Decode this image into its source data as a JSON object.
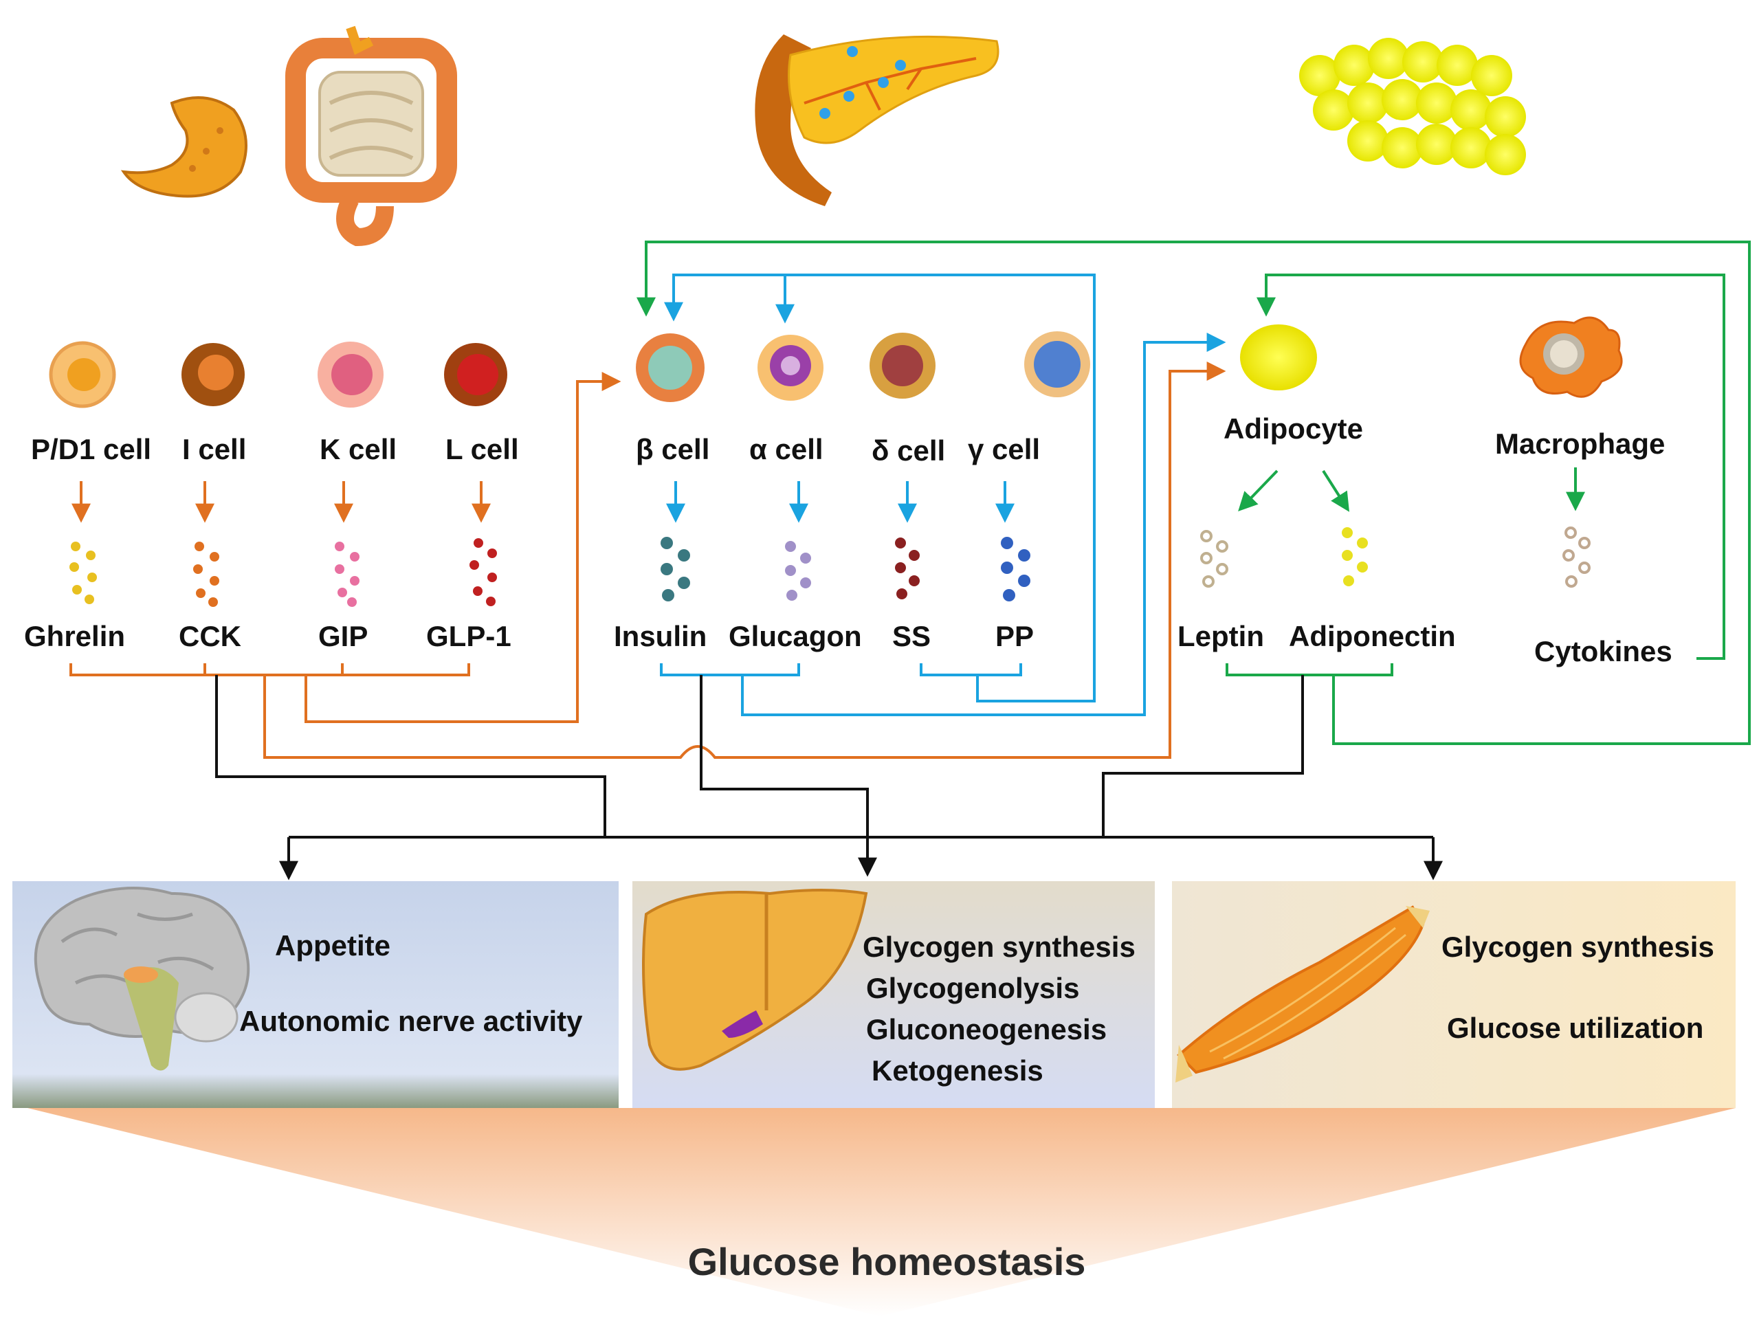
{
  "colors": {
    "gut": "#e07020",
    "pancreas": "#1aa3e0",
    "fat": "#1aa84a",
    "output": "#111111"
  },
  "gut_cells": [
    {
      "label": "P/D1 cell",
      "hormone": "Ghrelin",
      "icon": "pd1-cell-icon"
    },
    {
      "label": "I cell",
      "hormone": "CCK",
      "icon": "i-cell-icon"
    },
    {
      "label": "K cell",
      "hormone": "GIP",
      "icon": "k-cell-icon"
    },
    {
      "label": "L cell",
      "hormone": "GLP-1",
      "icon": "l-cell-icon"
    }
  ],
  "islet_cells": [
    {
      "label": "β cell",
      "hormone": "Insulin",
      "icon": "beta-cell-icon"
    },
    {
      "label": "α cell",
      "hormone": "Glucagon",
      "icon": "alpha-cell-icon"
    },
    {
      "label": "δ cell",
      "hormone": "SS",
      "icon": "delta-cell-icon"
    },
    {
      "label": "γ cell",
      "hormone": "PP",
      "icon": "gamma-cell-icon"
    }
  ],
  "adipose": {
    "adipocyte": "Adipocyte",
    "macrophage": "Macrophage",
    "leptin": "Leptin",
    "adiponectin": "Adiponectin",
    "cytokines": "Cytokines"
  },
  "targets": [
    {
      "icon": "brain-icon",
      "lines": [
        "Appetite",
        "Autonomic nerve activity"
      ]
    },
    {
      "icon": "liver-icon",
      "lines": [
        "Glycogen synthesis",
        "Glycogenolysis",
        "Gluconeogenesis",
        "Ketogenesis"
      ]
    },
    {
      "icon": "muscle-icon",
      "lines": [
        "Glycogen synthesis",
        "Glucose utilization"
      ]
    }
  ],
  "organ_icons": [
    "stomach-icon",
    "intestine-icon",
    "pancreas-icon",
    "adipose-tissue-icon"
  ],
  "footer": {
    "title": "Glucose homeostasis"
  }
}
